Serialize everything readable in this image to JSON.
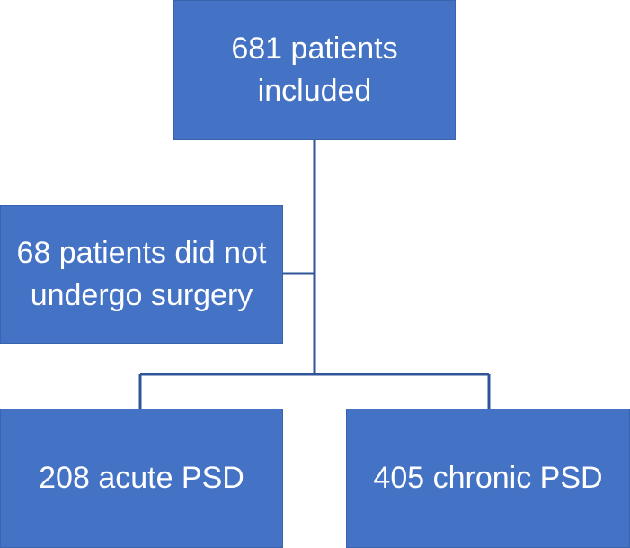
{
  "nodes": {
    "top": {
      "text": "681 patients included"
    },
    "excluded": {
      "text": "68 patients did not undergo surgery"
    },
    "acute": {
      "text": "208 acute PSD"
    },
    "chronic": {
      "text": "405 chronic PSD"
    }
  },
  "colors": {
    "box_fill": "#4472C4",
    "box_text": "#ffffff",
    "connector": "#2F5597"
  }
}
